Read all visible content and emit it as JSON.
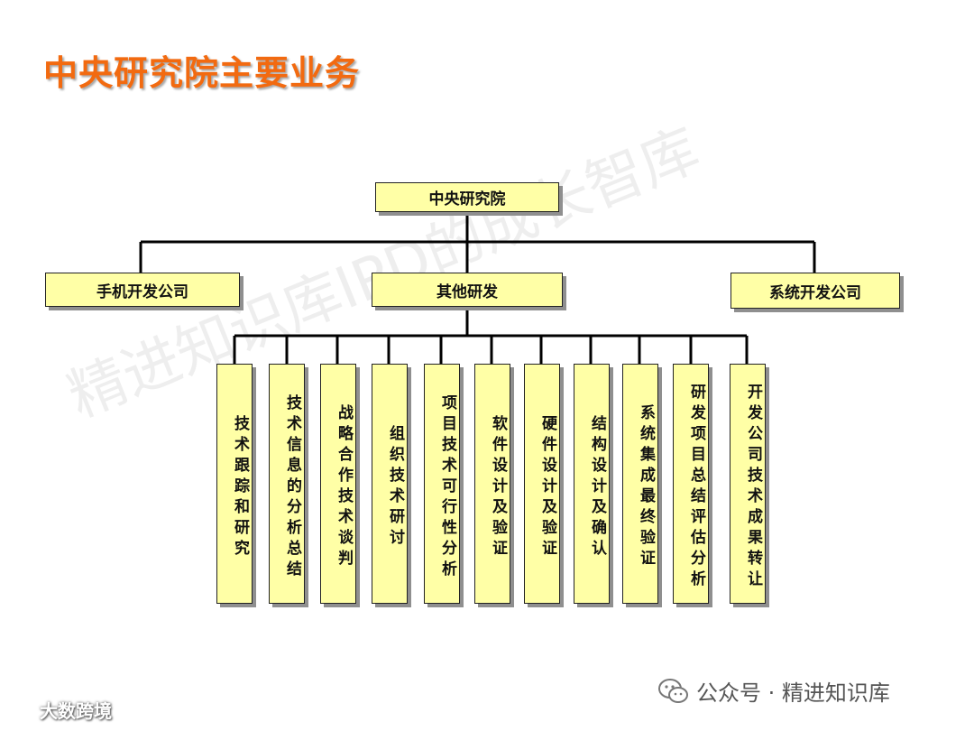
{
  "title": "中央研究院主要业务",
  "root": "中央研究院",
  "level1": {
    "left": "手机开发公司",
    "center": "其他研发",
    "right": "系统开发公司"
  },
  "level2": [
    "技术跟踪和研究",
    "技术信息的分析总结",
    "战略合作技术谈判",
    "组织技术研讨",
    "项目技术可行性分析",
    "软件设计及验证",
    "硬件设计及验证",
    "结构设计及确认",
    "系统集成最终验证",
    "研发项目总结评估分析",
    "开发公司技术成果转让"
  ],
  "watermark": "精进知识库IPD的成长智库",
  "footer": {
    "wechat": "公众号 · 精进知识库",
    "brand": "大数跨境"
  },
  "colors": {
    "title": "#f26a10",
    "box_fill": "#ffffa6"
  }
}
